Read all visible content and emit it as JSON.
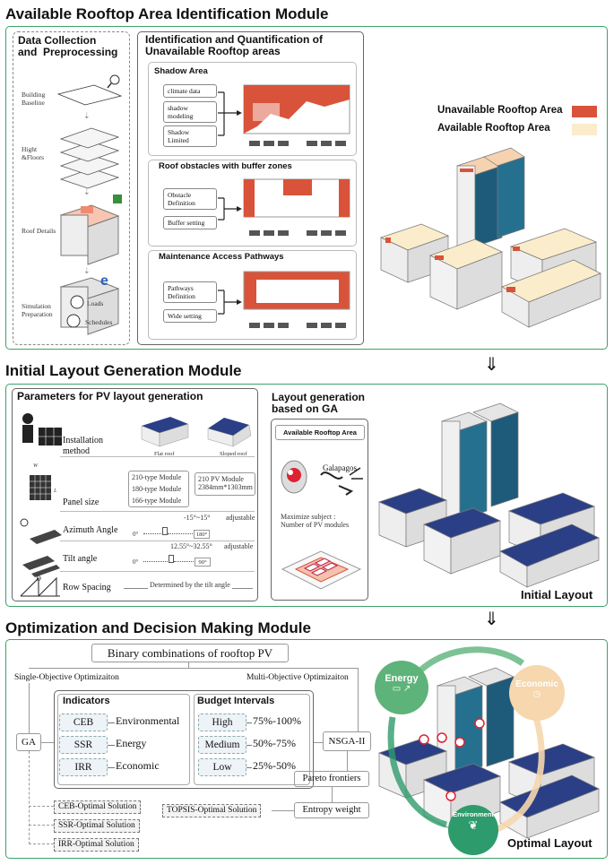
{
  "titles": {
    "m1": "Available Rooftop Area Identification Module",
    "m2": "Initial Layout Generation Module",
    "m3": "Optimization and Decision Making Module"
  },
  "m1": {
    "dc_title": "Data Collection\nand  Preprocessing",
    "steps": [
      "Building\nBaseline",
      "Hight\n&Floors",
      "Roof Details",
      "Simulation\nPreparation"
    ],
    "sim_labels": [
      "Loads",
      "Schedules"
    ],
    "iq_title": "Identification and Quantification of\nUnavailable Rooftop areas",
    "shadow": {
      "title": "Shadow Area",
      "tags": [
        "climate data",
        "shadow\nmodeling",
        "Shadow\nLimited"
      ]
    },
    "obst": {
      "title": "Roof obstacles with buffer zones",
      "tags": [
        "Obstacle\nDefinition",
        "Buffer setting"
      ]
    },
    "maint": {
      "title": "Maintenance Access Pathways",
      "tags": [
        "Pathways\nDefinition",
        "Wide setting"
      ]
    },
    "legend": [
      {
        "label": "Unavailable Rooftop Area",
        "color": "#d9533a"
      },
      {
        "label": "Available Rooftop Area",
        "color": "#fbeccb"
      }
    ]
  },
  "m2": {
    "params_title": "Parameters for PV layout generation",
    "install": {
      "label": "Installation\nmethod",
      "flat": "Flat roof",
      "sloped": "Sloped roof"
    },
    "panel": {
      "label": "Panel size",
      "modules": [
        "210-type Module",
        "180-type Module",
        "166-type Module"
      ],
      "spec": "210 PV Module\n2384mm*1303mm",
      "w": "W",
      "l": "L"
    },
    "azimuth": {
      "label": "Azimuth Angle",
      "range": "-15°~15°",
      "adj": "adjustable",
      "min": "0°",
      "max": "180°"
    },
    "tilt": {
      "label": "Tilt angle",
      "range": "12.55°~32.55°",
      "adj": "adjustable",
      "min": "0°",
      "max": "90°"
    },
    "row": {
      "label": "Row Spacing",
      "desc": "Determined by the tilt angle",
      "d": "D"
    },
    "ga_title": "Layout generation\nbased on GA",
    "ga_box": "Available Rooftop Area",
    "galapagos": "Galapagos",
    "maximize": "Maximize subject :\nNumber of PV modules",
    "initial": "Initial Layout"
  },
  "m3": {
    "binary": "Binary combinations of rooftop PV",
    "single": "Single-Objective Optimizaiton",
    "multi": "Multi-Objective Optimizaiton",
    "ga": "GA",
    "nsga": "NSGA-II",
    "ind_title": "Indicators",
    "indicators": [
      {
        "code": "CEB",
        "name": "Environmental"
      },
      {
        "code": "SSR",
        "name": "Energy"
      },
      {
        "code": "IRR",
        "name": "Economic"
      }
    ],
    "bud_title": "Budget Intervals",
    "budgets": [
      {
        "level": "High",
        "range": "75%-100%"
      },
      {
        "level": "Medium",
        "range": "50%-75%"
      },
      {
        "level": "Low",
        "range": "25%-50%"
      }
    ],
    "solutions": [
      "CEB-Optimal Solution",
      "SSR-Optimal Solution",
      "IRR-Optimal Solution"
    ],
    "topsis": "TOPSIS-Optimal Solution",
    "pareto": "Pareto frontiers",
    "entropy": "Entropy weight",
    "circles": [
      {
        "label": "Energy",
        "color": "#5db37a"
      },
      {
        "label": "Economic",
        "color": "#f6d7ae"
      },
      {
        "label": "Environment",
        "color": "#2e9b6c"
      }
    ],
    "optimal": "Optimal Layout"
  },
  "colors": {
    "green": "#3aa36a",
    "red": "#d9533a",
    "cream": "#fbeccb",
    "panel": "#2b3f86"
  }
}
